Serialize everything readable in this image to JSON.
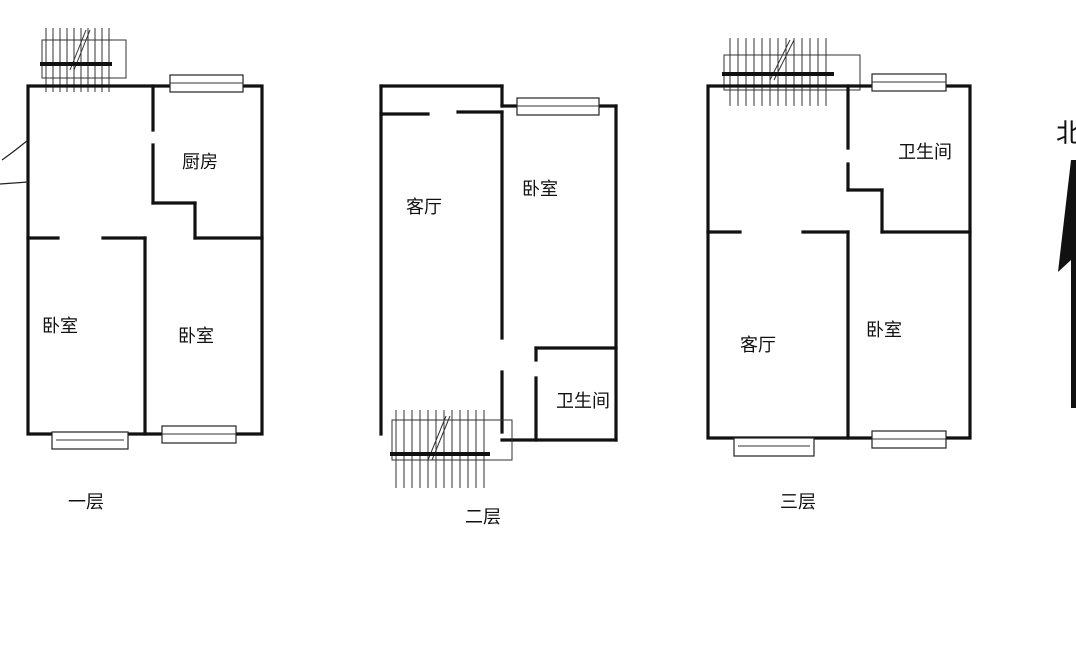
{
  "floors": [
    {
      "label": "一层",
      "rooms": {
        "kitchen": "厨房",
        "bedroom_left": "卧室",
        "bedroom_right": "卧室"
      }
    },
    {
      "label": "二层",
      "rooms": {
        "living": "客厅",
        "bedroom": "卧室",
        "bathroom": "卫生间"
      }
    },
    {
      "label": "三层",
      "rooms": {
        "bathroom": "卫生间",
        "living": "客厅",
        "bedroom": "卧室"
      }
    }
  ],
  "north": {
    "label": "北"
  }
}
